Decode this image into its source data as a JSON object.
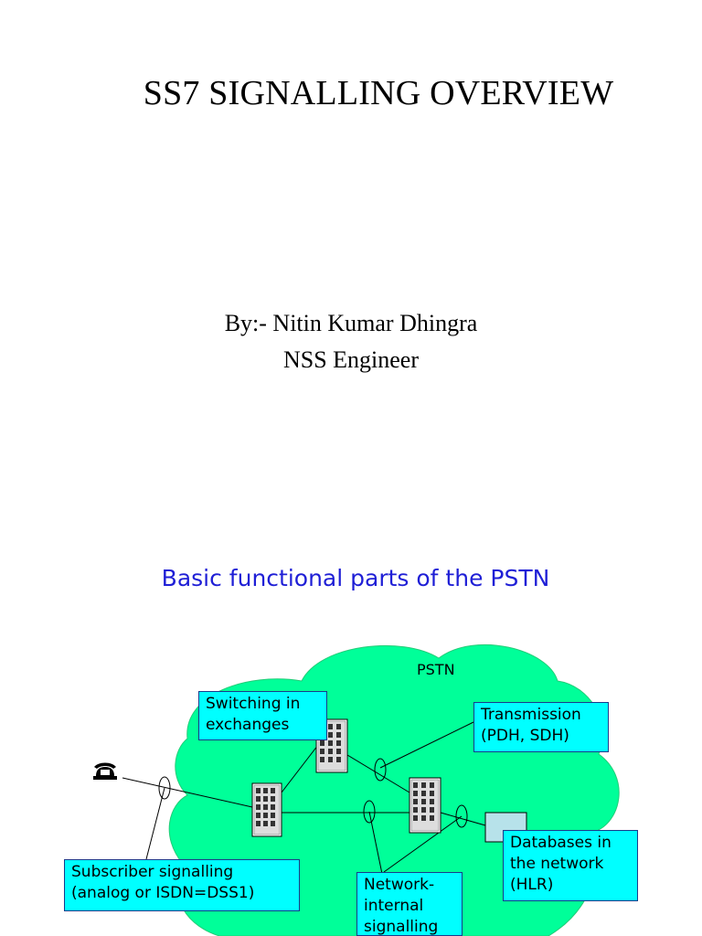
{
  "slide1": {
    "title": "SS7 SIGNALLING OVERVIEW",
    "author_line": "By:- Nitin Kumar Dhingra",
    "role_line": "NSS Engineer"
  },
  "slide2": {
    "title": "Basic functional parts of the PSTN",
    "cloud_label": "PSTN",
    "callouts": {
      "switching": [
        "Switching in",
        "exchanges"
      ],
      "transmission": [
        "Transmission",
        "(PDH, SDH)"
      ],
      "databases": [
        "Databases in",
        "the network",
        "(HLR)"
      ],
      "subscriber": [
        "Subscriber signalling",
        "(analog or ISDN=DSS1)"
      ],
      "network_internal": [
        "Network-",
        "internal",
        "signalling"
      ]
    },
    "colors": {
      "cloud": "#00ff99",
      "callout_fill": "#00ffff",
      "title_text": "#1f1fd6",
      "database_fill": "#b7e2ea"
    },
    "icons": [
      "telephone-icon",
      "exchange-icon",
      "database-icon"
    ]
  }
}
